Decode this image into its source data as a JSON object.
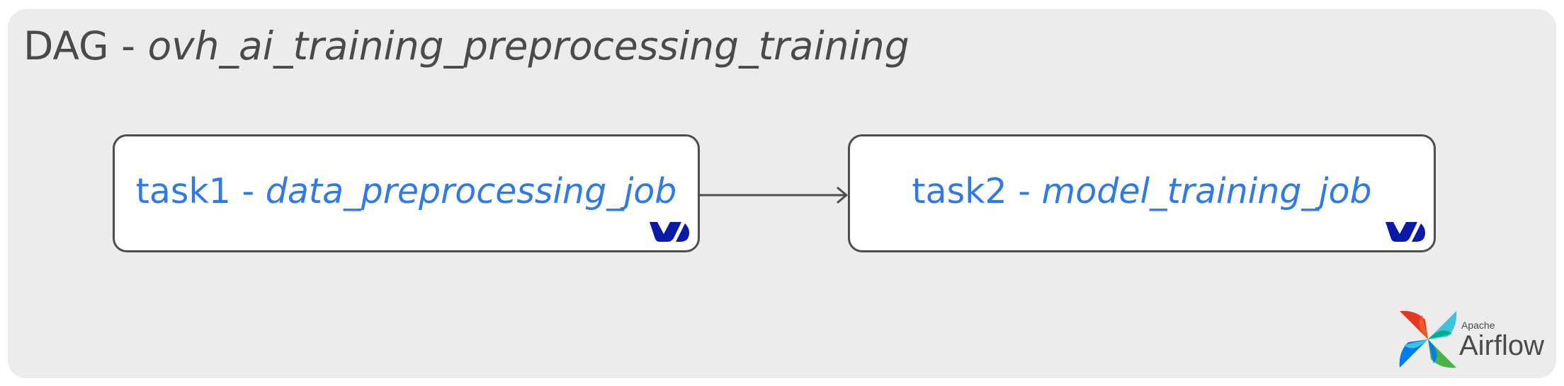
{
  "dag": {
    "prefix": "DAG",
    "separator": " - ",
    "name": "ovh_ai_training_preprocessing_training"
  },
  "tasks": [
    {
      "id": "task1",
      "separator": " - ",
      "job": "data_preprocessing_job",
      "icon": "ovh-logo-icon"
    },
    {
      "id": "task2",
      "separator": " - ",
      "job": "model_training_job",
      "icon": "ovh-logo-icon"
    }
  ],
  "edges": [
    {
      "from": "task1",
      "to": "task2"
    }
  ],
  "branding": {
    "apache": "Apache",
    "product": "Airflow",
    "icon": "airflow-pinwheel-icon"
  },
  "colors": {
    "panel_bg": "#ececec",
    "task_text": "#2f7ae5",
    "title_text": "#4a4a4a",
    "border": "#4d4d4d",
    "ovh_blue": "#0a1aa8"
  }
}
